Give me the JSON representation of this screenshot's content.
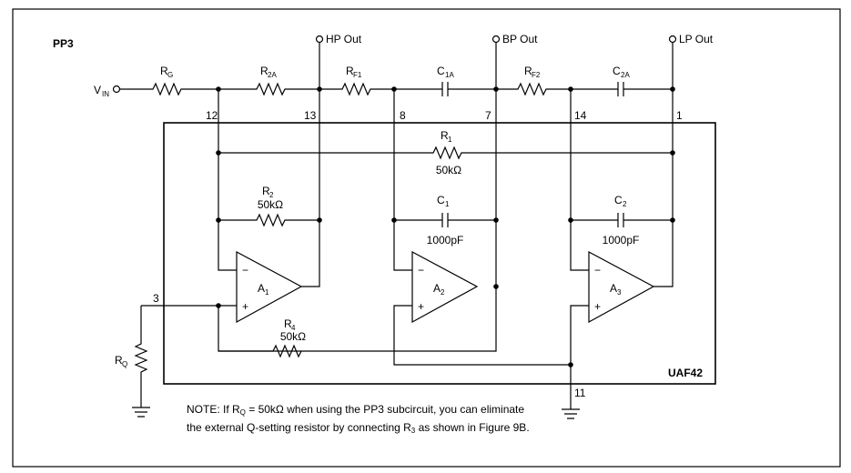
{
  "title": "PP3",
  "chip": "UAF42",
  "outputs": {
    "hp": "HP Out",
    "bp": "BP Out",
    "lp": "LP Out"
  },
  "input": {
    "name": "V",
    "sub": "IN"
  },
  "resistors": {
    "rg": {
      "name": "R",
      "sub": "G"
    },
    "r2a": {
      "name": "R",
      "sub": "2A"
    },
    "rf1": {
      "name": "R",
      "sub": "F1"
    },
    "rf2": {
      "name": "R",
      "sub": "F2"
    },
    "rq": {
      "name": "R",
      "sub": "Q"
    },
    "r1": {
      "name": "R",
      "sub": "1",
      "value": "50kΩ"
    },
    "r2": {
      "name": "R",
      "sub": "2",
      "value": "50kΩ"
    },
    "r4": {
      "name": "R",
      "sub": "4",
      "value": "50kΩ"
    }
  },
  "capacitors": {
    "c1a": {
      "name": "C",
      "sub": "1A"
    },
    "c2a": {
      "name": "C",
      "sub": "2A"
    },
    "c1": {
      "name": "C",
      "sub": "1",
      "value": "1000pF"
    },
    "c2": {
      "name": "C",
      "sub": "2",
      "value": "1000pF"
    }
  },
  "amps": {
    "a1": {
      "name": "A",
      "sub": "1"
    },
    "a2": {
      "name": "A",
      "sub": "2"
    },
    "a3": {
      "name": "A",
      "sub": "3"
    }
  },
  "opamp_signs": {
    "minus": "−",
    "plus": "+"
  },
  "pins": [
    "12",
    "13",
    "8",
    "7",
    "14",
    "1",
    "3",
    "11"
  ],
  "note": {
    "part1": "NOTE: If R",
    "sub1": "Q",
    "part2": " = 50kΩ when using the PP3 subcircuit, you can eliminate the external Q-setting resistor by connecting R",
    "sub2": "3",
    "part3": " as shown in Figure 9B."
  }
}
